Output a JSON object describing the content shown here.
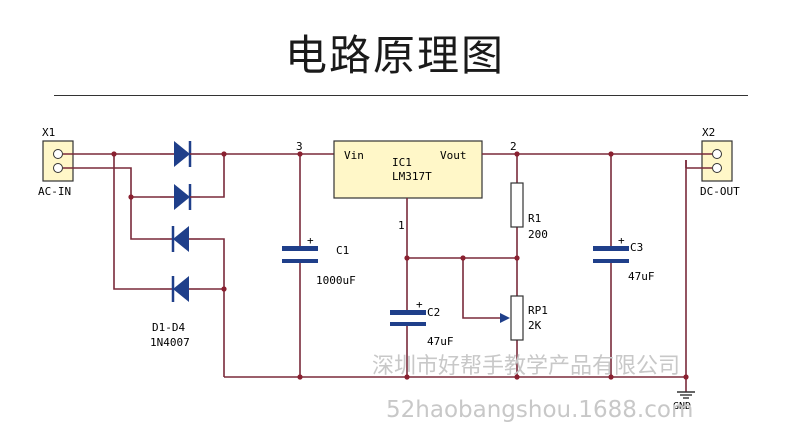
{
  "title": "电路原理图",
  "components": {
    "x1": {
      "ref": "X1",
      "name": "AC-IN"
    },
    "x2": {
      "ref": "X2",
      "name": "DC-OUT"
    },
    "diodes": {
      "ref": "D1-D4",
      "part": "1N4007"
    },
    "c1": {
      "ref": "C1",
      "value": "1000uF",
      "plus": "+"
    },
    "c2": {
      "ref": "C2",
      "value": "47uF",
      "plus": "+"
    },
    "c3": {
      "ref": "C3",
      "value": "47uF",
      "plus": "+"
    },
    "ic1": {
      "ref": "IC1",
      "part": "LM317T",
      "vin": "Vin",
      "vout": "Vout",
      "pin_in": "3",
      "pin_out": "2",
      "pin_adj": "1"
    },
    "r1": {
      "ref": "R1",
      "value": "200"
    },
    "rp1": {
      "ref": "RP1",
      "value": "2K"
    },
    "gnd": "GND"
  },
  "watermark": {
    "line1": "深圳市好帮手教学产品有限公司",
    "line2": "52haobangshou.1688.com"
  }
}
